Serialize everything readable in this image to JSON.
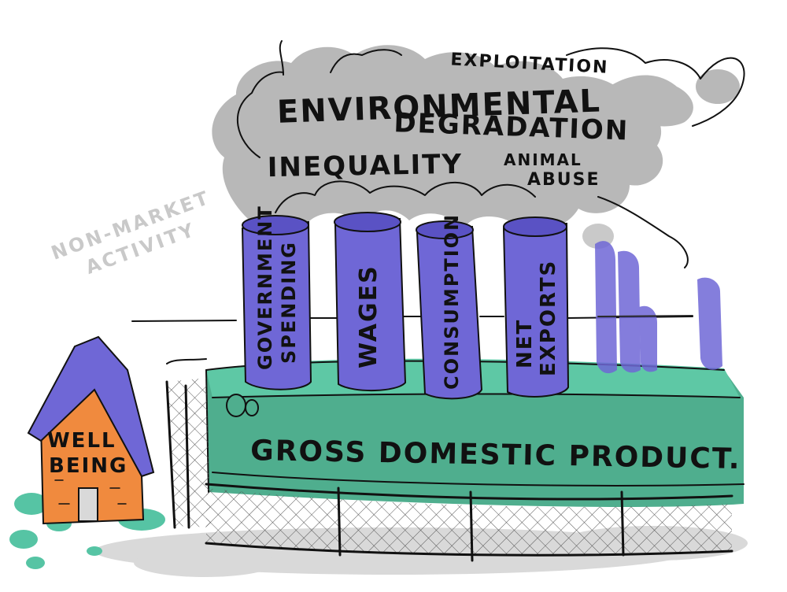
{
  "smoke_labels": {
    "exploitation": "EXPLOITATION",
    "environmental": "ENVIRONMENTAL",
    "degradation": "DEGRADATION",
    "inequality": "INEQUALITY",
    "animal": "ANIMAL",
    "abuse": "ABUSE"
  },
  "side_note": {
    "line1": "NON-MARKET",
    "line2": "ACTIVITY"
  },
  "chimneys": [
    {
      "line1": "GOVERNMENT",
      "line2": "SPENDING"
    },
    {
      "line1": "WAGES"
    },
    {
      "line1": "CONSUMPTION"
    },
    {
      "line1": "NET",
      "line2": "EXPORTS"
    }
  ],
  "factory": {
    "label": "GROSS DOMESTIC PRODUCT."
  },
  "house": {
    "line1": "WELL",
    "line2": "BEING"
  },
  "colors": {
    "chimney": "#6f67d6",
    "chimney_dark": "#5a52c4",
    "factory": "#4fae8e",
    "factory_top": "#5ec8a5",
    "house": "#f08a3e",
    "roof": "#6f67d6",
    "smoke": "#b5b5b5",
    "grass": "#56c4a4"
  }
}
